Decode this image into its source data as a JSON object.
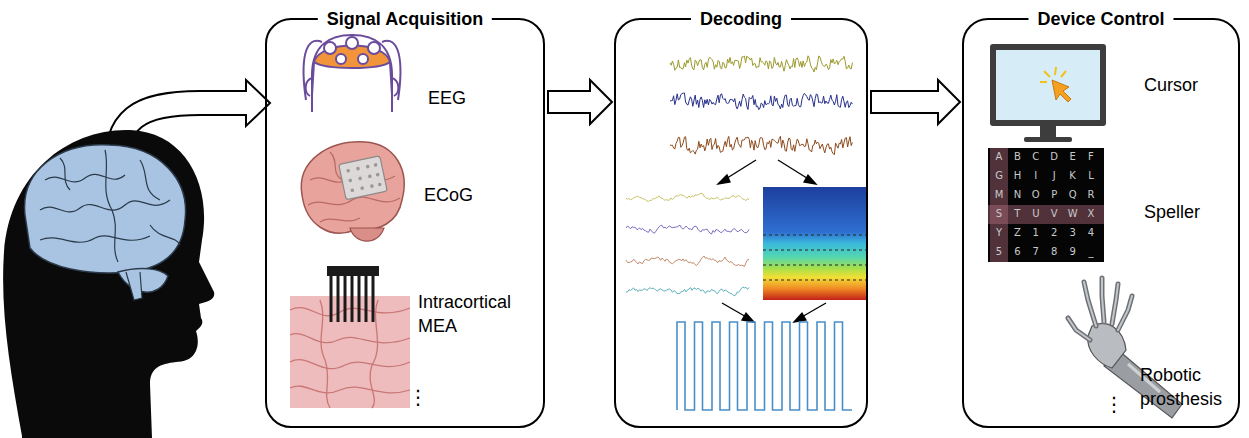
{
  "diagram": {
    "nodes": [
      {
        "text": [
          "Signal Acquisition"
        ]
      },
      {
        "text": [
          "Decoding"
        ]
      },
      {
        "text": [
          "Device Control"
        ]
      }
    ],
    "edges": [
      {
        "from": 0,
        "to": 1,
        "arrow": "to"
      },
      {
        "from": 1,
        "to": 2,
        "arrow": "to"
      }
    ],
    "labels": [
      "EEG",
      "ECoG",
      "Intracortical MEA",
      "⋮",
      "A",
      "B",
      "C",
      "D",
      "E",
      "F",
      "G",
      "H",
      "I",
      "J",
      "K",
      "L",
      "M",
      "N",
      "O",
      "P",
      "Q",
      "R",
      "S",
      "T",
      "U",
      "V",
      "W",
      "X",
      "Y",
      "Z",
      "1",
      "2",
      "3",
      "4",
      "5",
      "6",
      "7",
      "8",
      "9",
      "_",
      "Cursor",
      "Speller",
      "Robotic prosthesis",
      "⋮"
    ]
  }
}
